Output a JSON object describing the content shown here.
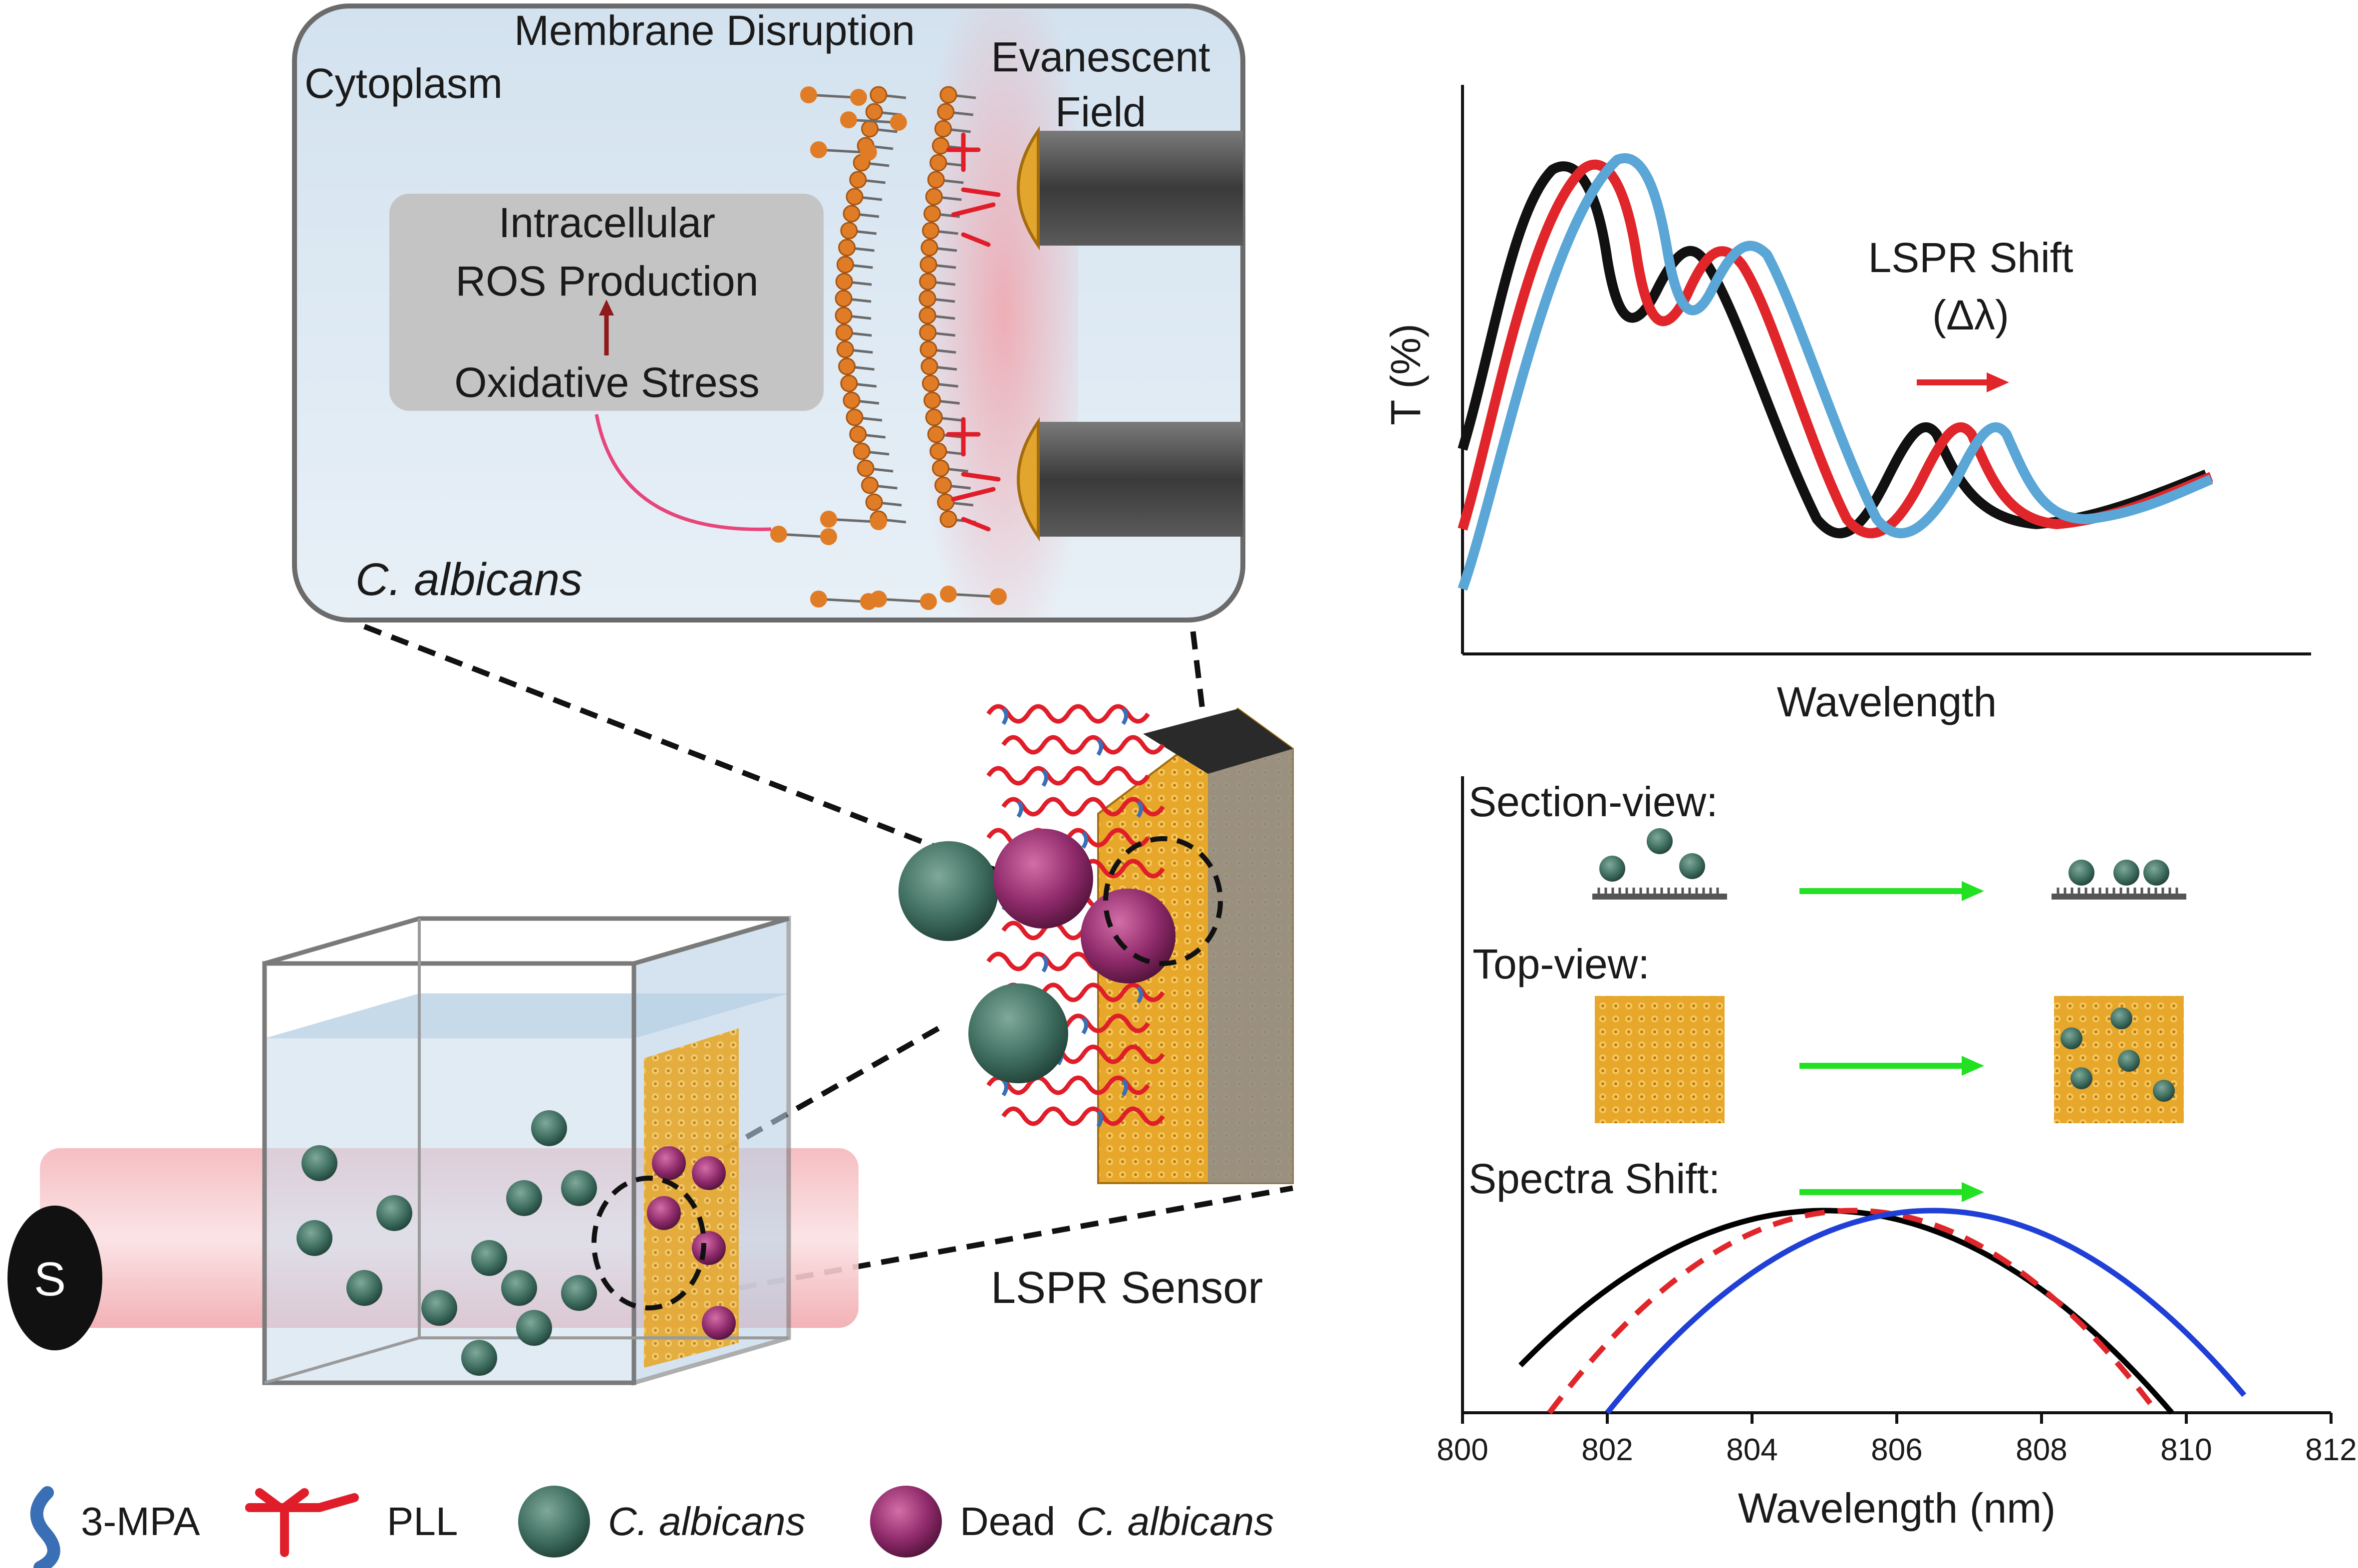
{
  "inset": {
    "cytoplasm": "Cytoplasm",
    "membrane": "Membrane Disruption",
    "evanescent_line1": "Evanescent",
    "evanescent_line2": "Field",
    "ros_line1": "Intracellular",
    "ros_line2": "ROS Production",
    "stress": "Oxidative Stress",
    "organism": "C. albicans"
  },
  "device": {
    "sensor_label": "LSPR Sensor",
    "source_letter": "S"
  },
  "legend": {
    "mpa": "3-MPA",
    "pll": "PLL",
    "live": "C. albicans",
    "dead_prefix": "Dead",
    "dead_italic": "C. albicans"
  },
  "top_chart": {
    "ylabel": "T (%)",
    "xlabel": "Wavelength",
    "shift_line1": "LSPR Shift",
    "shift_line2": "(Δλ)",
    "colors": {
      "before": "#111111",
      "middle": "#e0262a",
      "after": "#5aa6d6"
    }
  },
  "panels": {
    "section_view": "Section-view:",
    "top_view": "Top-view:",
    "spectra_shift": "Spectra Shift:"
  },
  "chart_data": {
    "type": "line",
    "xlabel": "Wavelength (nm)",
    "ylabel": "",
    "xlim": [
      800,
      812
    ],
    "ylim": [
      0,
      1
    ],
    "xticks": [
      800,
      802,
      804,
      806,
      808,
      810,
      812
    ],
    "grid": false,
    "series": [
      {
        "style": "solid-black",
        "color": "#000000",
        "peak": 805.0,
        "x0": 800.8,
        "x1": 809.8
      },
      {
        "style": "dashed-red",
        "color": "#e0262a",
        "peak": 805.4,
        "x0": 801.2,
        "x1": 809.6
      },
      {
        "style": "solid-blue",
        "color": "#1f3fd6",
        "peak": 806.5,
        "x0": 802.0,
        "x1": 810.8
      }
    ]
  }
}
